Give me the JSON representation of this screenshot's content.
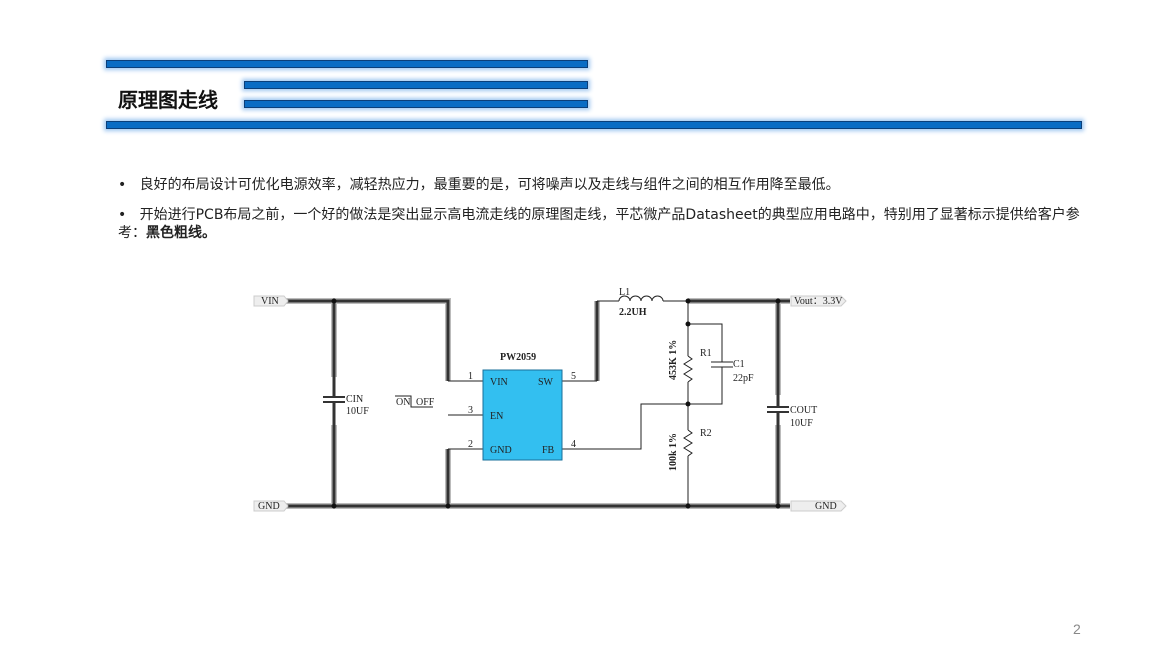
{
  "title": "原理图走线",
  "bullets": [
    {
      "text": "良好的布局设计可优化电源效率，减轻热应力，最重要的是，可将噪声以及走线与组件之间的相互作用降至最低。"
    },
    {
      "text": "开始进行PCB布局之前，一个好的做法是突出显示高电流走线的原理图走线，平芯微产品Datasheet的典型应用电路中，特别用了显著标示提供给客户参考：",
      "emphasis": "黑色粗线。"
    }
  ],
  "schematic": {
    "vin": "VIN",
    "gnd_left": "GND",
    "gnd_right": "GND",
    "vout": "Vout：3.3V",
    "chip": "PW2059",
    "pins": [
      {
        "num": "1",
        "name": "VIN"
      },
      {
        "num": "3",
        "name": "EN"
      },
      {
        "num": "2",
        "name": "GND"
      },
      {
        "num": "5",
        "name": "SW"
      },
      {
        "num": "4",
        "name": "FB"
      }
    ],
    "cin": "CIN",
    "cin_val": "10UF",
    "on": "ON",
    "off": "OFF",
    "l1": "L1",
    "l1_val": "2.2UH",
    "r1": "R1",
    "r1_val": "453K 1%",
    "c1": "C1",
    "c1_val": "22pF",
    "r2": "R2",
    "r2_val": "100k 1%",
    "cout": "COUT",
    "cout_val": "10UF"
  },
  "page_number": "2"
}
